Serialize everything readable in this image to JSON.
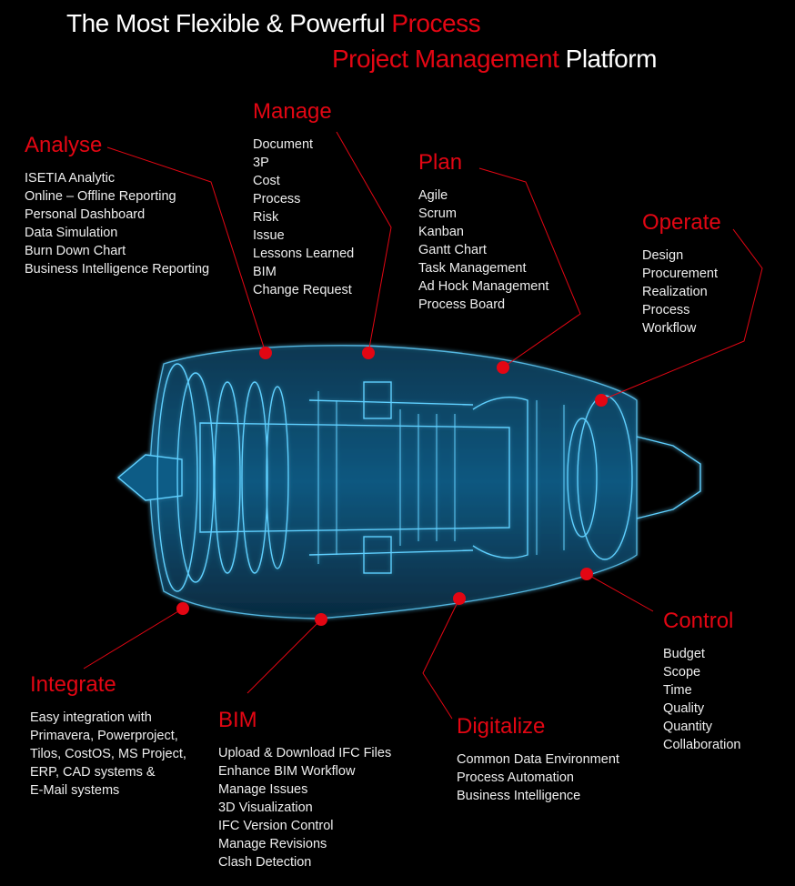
{
  "title": {
    "line1_white": "The Most Flexible & Powerful",
    "line1_red": "Process",
    "line2_red": "Project Management",
    "line2_white": "Platform"
  },
  "colors": {
    "accent": "#e30613",
    "engine": "#4fc3f7",
    "background": "#000000"
  },
  "sections": {
    "analyse": {
      "heading": "Analyse",
      "items": [
        "ISETIA Analytic",
        "Online – Offline Reporting",
        "Personal Dashboard",
        "Data Simulation",
        "Burn Down Chart",
        "Business Intelligence Reporting"
      ]
    },
    "manage": {
      "heading": "Manage",
      "items": [
        "Document",
        "3P",
        "Cost",
        "Process",
        "Risk",
        "Issue",
        "Lessons Learned",
        "BIM",
        "Change Request"
      ]
    },
    "plan": {
      "heading": "Plan",
      "items": [
        "Agile",
        "Scrum",
        "Kanban",
        "Gantt Chart",
        "Task Management",
        "Ad Hock Management",
        "Process Board"
      ]
    },
    "operate": {
      "heading": "Operate",
      "items": [
        "Design",
        "Procurement",
        "Realization",
        "Process",
        "Workflow"
      ]
    },
    "control": {
      "heading": "Control",
      "items": [
        "Budget",
        "Scope",
        "Time",
        "Quality",
        "Quantity",
        "Collaboration"
      ]
    },
    "digitalize": {
      "heading": "Digitalize",
      "items": [
        "Common Data Environment",
        "Process Automation",
        "Business Intelligence"
      ]
    },
    "bim": {
      "heading": "BIM",
      "items": [
        "Upload & Download IFC Files",
        "Enhance BIM Workflow",
        "Manage Issues",
        "3D Visualization",
        "IFC Version Control",
        "Manage Revisions",
        "Clash Detection"
      ]
    },
    "integrate": {
      "heading": "Integrate",
      "items": [
        "Easy integration with",
        "Primavera, Powerproject,",
        "Tilos, CostOS, MS Project,",
        "ERP, CAD systems &",
        "E-Mail systems"
      ]
    }
  }
}
